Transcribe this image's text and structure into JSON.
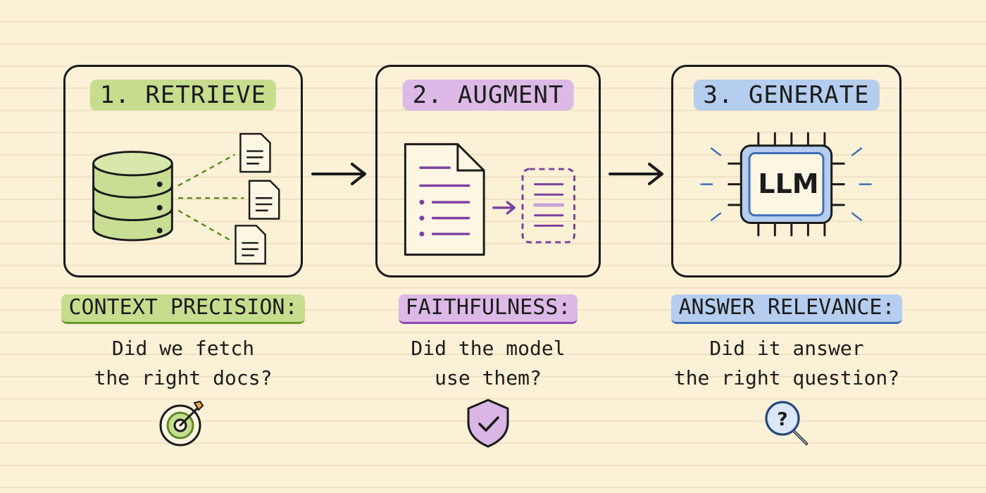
{
  "stages": [
    {
      "title": "1. RETRIEVE",
      "highlight": "#c7dd8e",
      "icon": "database-to-documents-icon"
    },
    {
      "title": "2. AUGMENT",
      "highlight": "#dcb9e6",
      "icon": "document-to-context-icon"
    },
    {
      "title": "3. GENERATE",
      "highlight": "#b5cdee",
      "icon": "llm-chip-icon",
      "chip_label": "LLM"
    }
  ],
  "metrics": [
    {
      "label": "CONTEXT PRECISION:",
      "question_line1": "Did we fetch",
      "question_line2": "the right docs?",
      "icon": "target-icon",
      "color": "#6a9a2a"
    },
    {
      "label": "FAITHFULNESS:",
      "question_line1": "Did the model",
      "question_line2": "use them?",
      "icon": "shield-check-icon",
      "color": "#8a4bb0"
    },
    {
      "label": "ANSWER RELEVANCE:",
      "question_line1": "Did it answer",
      "question_line2": "the right question?",
      "icon": "magnifier-question-icon",
      "color": "#3f6fb7"
    }
  ]
}
